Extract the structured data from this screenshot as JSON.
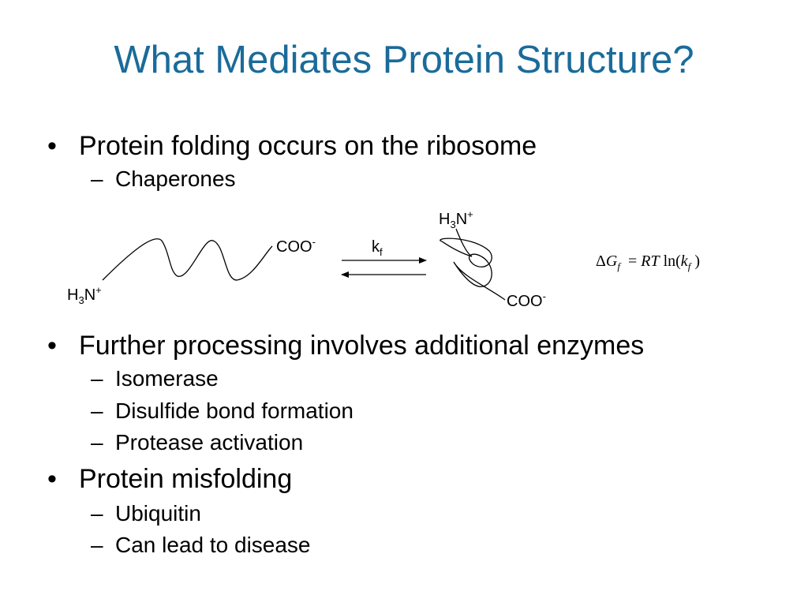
{
  "title": "What Mediates Protein Structure?",
  "bullet_symbol": "•",
  "dash_symbol": "–",
  "bullets": [
    {
      "text": "Protein folding occurs on the ribosome",
      "subs": [
        "Chaperones"
      ]
    },
    {
      "text": "Further processing involves additional enzymes",
      "subs": [
        "Isomerase",
        "Disulfide bond formation",
        "Protease activation"
      ]
    },
    {
      "text": "Protein misfolding",
      "subs": [
        "Ubiquitin",
        "Can lead to disease"
      ]
    }
  ],
  "diagram": {
    "unfolded_n_terminus": {
      "main": "H",
      "sub": "3",
      "main2": "N",
      "sup": "+"
    },
    "unfolded_c_terminus": {
      "main": "COO",
      "sup": "-"
    },
    "rate_constant": {
      "main": "k",
      "sub": "f"
    },
    "folded_n_terminus": {
      "main": "H",
      "sub": "3",
      "main2": "N",
      "sup": "+"
    },
    "folded_c_terminus": {
      "main": "COO",
      "sup": "-"
    }
  },
  "equation": {
    "delta": "Δ",
    "G": "G",
    "G_sub": "f",
    "equals": "=",
    "RT": "RT",
    "ln": "ln(",
    "k": "k",
    "k_sub": "f",
    "close": ")"
  }
}
